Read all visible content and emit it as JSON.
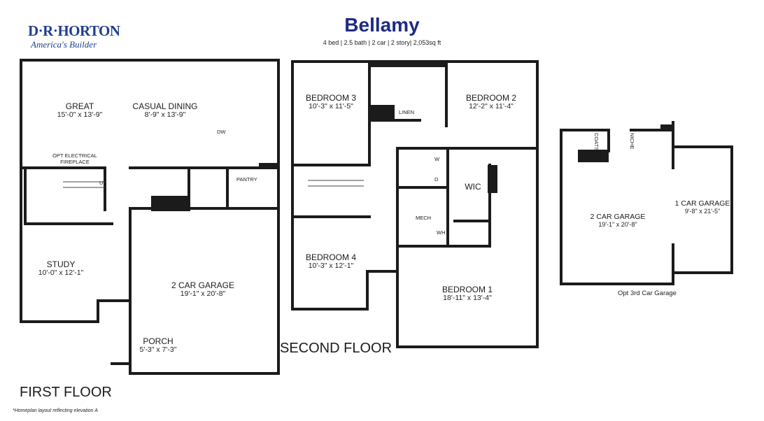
{
  "brand": {
    "name": "D·R·HORTON",
    "tagline": "America's Builder"
  },
  "plan": {
    "title": "Bellamy",
    "specs": "4 bed | 2.5 bath  | 2 car | 2 story| 2,053sq ft"
  },
  "first_floor": {
    "label": "FIRST FLOOR",
    "rooms": {
      "great": {
        "name": "GREAT",
        "dims": "15'-0\" x 13'-9\""
      },
      "casual_dining": {
        "name": "CASUAL DINING",
        "dims": "8'-9\" x 13'-9\""
      },
      "study": {
        "name": "STUDY",
        "dims": "10'-0\" x 12'-1\""
      },
      "garage": {
        "name": "2 CAR GARAGE",
        "dims": "19'-1\" x 20'-8\""
      },
      "porch": {
        "name": "PORCH",
        "dims": "5'-3\" x 7'-3\""
      }
    },
    "notes": {
      "fireplace": "OPT ELECTRICAL FIREPLACE",
      "dw": "DW",
      "pantry": "PANTRY",
      "up": "UP"
    }
  },
  "second_floor": {
    "label": "SECOND FLOOR",
    "rooms": {
      "bedroom3": {
        "name": "BEDROOM 3",
        "dims": "10'-3\" x 11'-5\""
      },
      "bedroom2": {
        "name": "BEDROOM 2",
        "dims": "12'-2\" x 11'-4\""
      },
      "bedroom4": {
        "name": "BEDROOM 4",
        "dims": "10'-3\" x 12'-1\""
      },
      "bedroom1": {
        "name": "BEDROOM 1",
        "dims": "18'-11\" x 13'-4\""
      },
      "wic": {
        "name": "WIC"
      }
    },
    "notes": {
      "linen": "LINEN",
      "w": "W",
      "d": "D",
      "mech": "MECH",
      "wh": "WH"
    }
  },
  "opt_garage": {
    "label": "Opt 3rd Car Garage",
    "rooms": {
      "two_car": {
        "name": "2 CAR GARAGE",
        "dims": "19'-1\" x 20'-8\""
      },
      "one_car": {
        "name": "1 CAR GARAGE",
        "dims": "9'-8\" x 21'-5\""
      }
    },
    "notes": {
      "coats": "COATS",
      "niche": "NICHE"
    }
  },
  "footnote": "*Homeplan layout reflecting elevation A",
  "colors": {
    "brand": "#1f3f8f",
    "title": "#1e2a86",
    "walls": "#1b1b1b"
  }
}
